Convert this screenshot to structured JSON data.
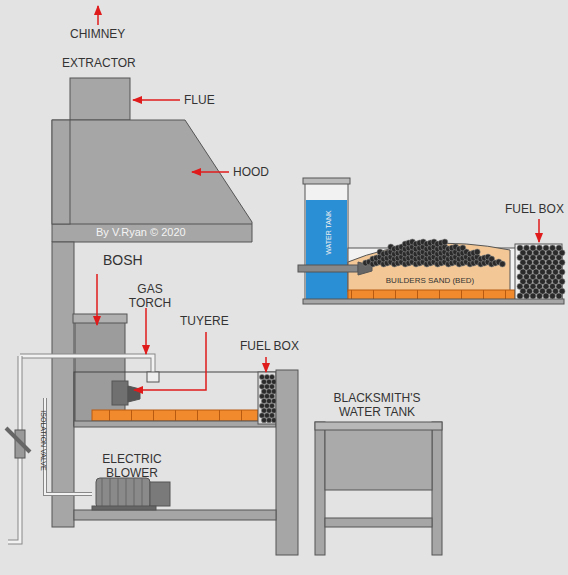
{
  "diagram": {
    "labels": [
      "CHIMNEY",
      "EXTRACTOR",
      "FLUE",
      "HOOD",
      "By V.Ryan © 2020",
      "BOSH",
      "GAS TORCH",
      "TUYERE",
      "FUEL BOX",
      "ISOLATION VALVE",
      "ELECTRIC BLOWER",
      "BLACKSMITH'S WATER TANK",
      "WATER TANK",
      "BUILDERS SAND (BED)",
      "FUEL BOX"
    ]
  }
}
